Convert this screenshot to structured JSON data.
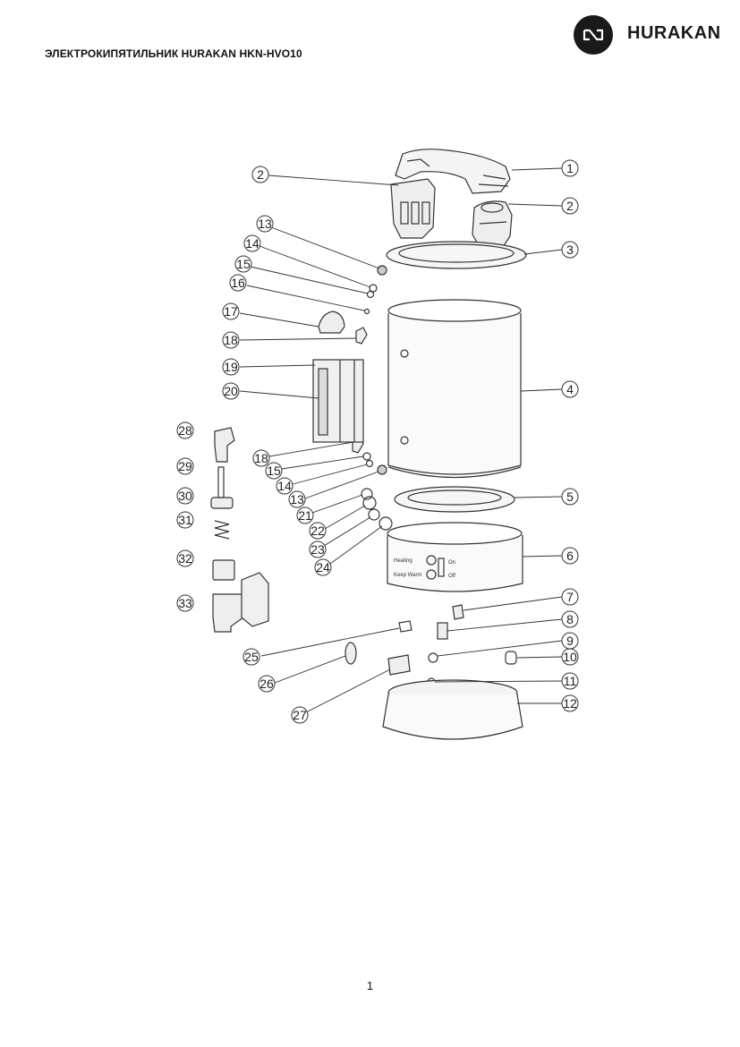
{
  "header": {
    "title": "ЭЛЕКТРОКИПЯТИЛЬНИК HURAKAN HKN-HVO10",
    "brand": "HURAKAN"
  },
  "panel": {
    "label_heating": "Heating",
    "label_keep_warm": "Keep Warm",
    "label_on": "On",
    "label_off": "Off"
  },
  "callouts": [
    "1",
    "2",
    "2",
    "3",
    "4",
    "5",
    "6",
    "7",
    "8",
    "9",
    "10",
    "11",
    "12",
    "13",
    "14",
    "15",
    "16",
    "17",
    "18",
    "19",
    "20",
    "18",
    "15",
    "14",
    "13",
    "21",
    "22",
    "23",
    "24",
    "28",
    "29",
    "30",
    "31",
    "32",
    "33",
    "25",
    "26",
    "27"
  ],
  "footer": {
    "page_number": "1"
  },
  "colors": {
    "line": "#333333",
    "logo_bg": "#1a1a1a"
  }
}
